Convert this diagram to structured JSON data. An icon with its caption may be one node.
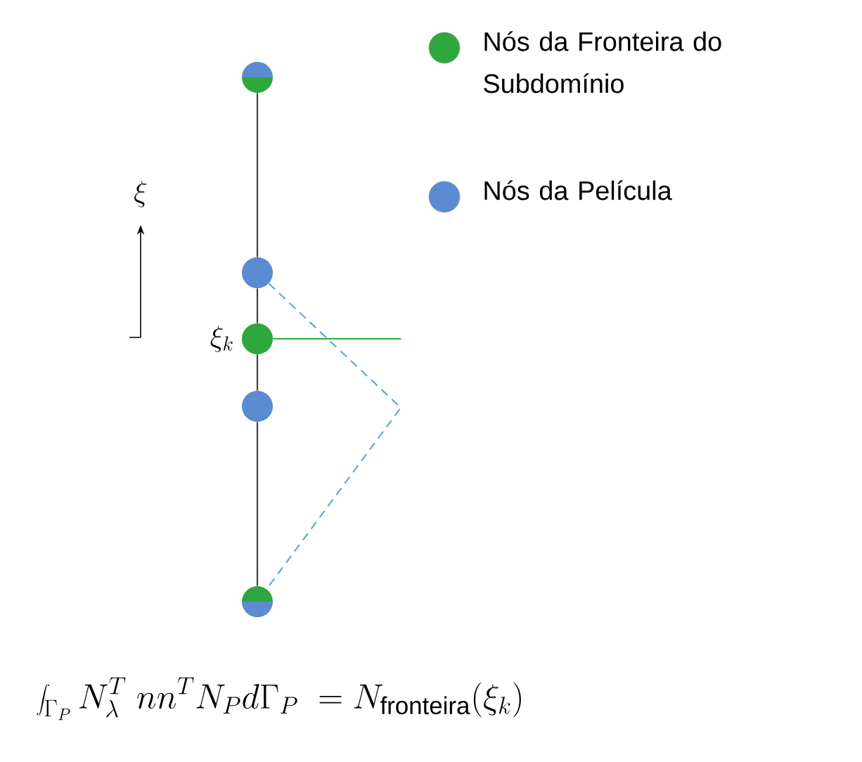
{
  "diagram": {
    "nodes": [
      {
        "text": [],
        "shape": "circle"
      },
      {
        "text": [],
        "shape": "circle"
      },
      {
        "text": [],
        "shape": "circle",
        "beside": [
          "\\xi_k"
        ]
      },
      {
        "text": [],
        "shape": "circle"
      },
      {
        "text": [],
        "shape": "circle"
      }
    ],
    "edges": [
      {
        "from": 0,
        "to": 1,
        "arrow": "none"
      },
      {
        "from": 1,
        "to": 2,
        "arrow": "none"
      },
      {
        "from": 2,
        "to": 3,
        "arrow": "none"
      },
      {
        "from": 3,
        "to": 4,
        "arrow": "none"
      },
      {
        "from": 2,
        "to": null,
        "arrow": "none",
        "color": "#22b03a"
      },
      {
        "from": 1,
        "to": 4,
        "arrow": "none",
        "style": "dashed",
        "color": "#5aa5e8"
      }
    ],
    "labels": [
      "\\xi",
      "\\int_{\\Gamma_P} N_\\lambda^T\\; nn^T N_P d\\Gamma_P \\;= N_{\\mathrm{fronteira}}(\\xi_k)"
    ],
    "legend": [
      {
        "text": "Nós da Fronteira do Subdomínio",
        "color": "#2ea83e"
      },
      {
        "text": "Nós da Película",
        "color": "#5b8bd0"
      }
    ]
  }
}
